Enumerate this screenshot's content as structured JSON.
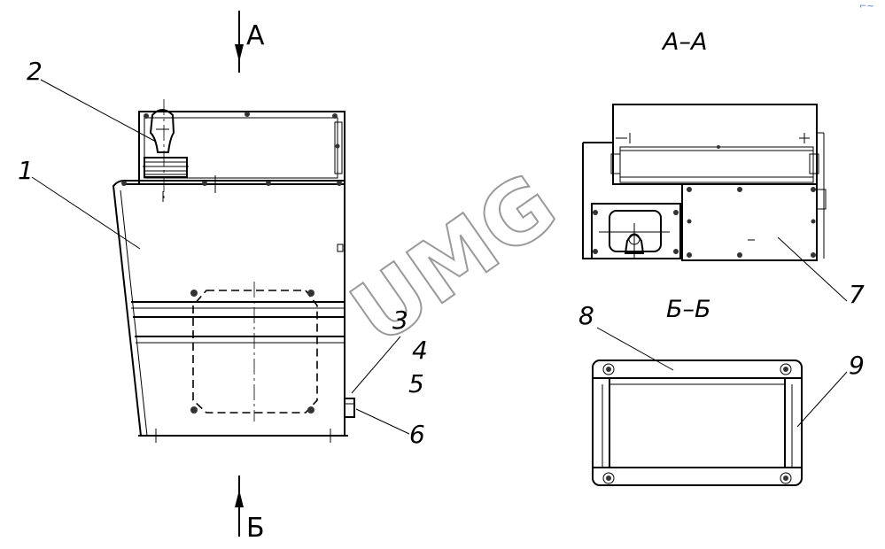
{
  "view_arrows": {
    "top": "А",
    "bottom": "Б"
  },
  "section_titles": {
    "aa": "А–А",
    "bb": "Б–Б"
  },
  "callouts": {
    "c1": "1",
    "c2": "2",
    "c3": "3",
    "c4": "4",
    "c5": "5",
    "c6": "6",
    "c7": "7",
    "c8": "8",
    "c9": "9"
  },
  "watermark": "UMG",
  "corner_mark": "⌐~",
  "colors": {
    "line": "#000000",
    "watermark": "#9a9a9a",
    "background": "#ffffff"
  }
}
